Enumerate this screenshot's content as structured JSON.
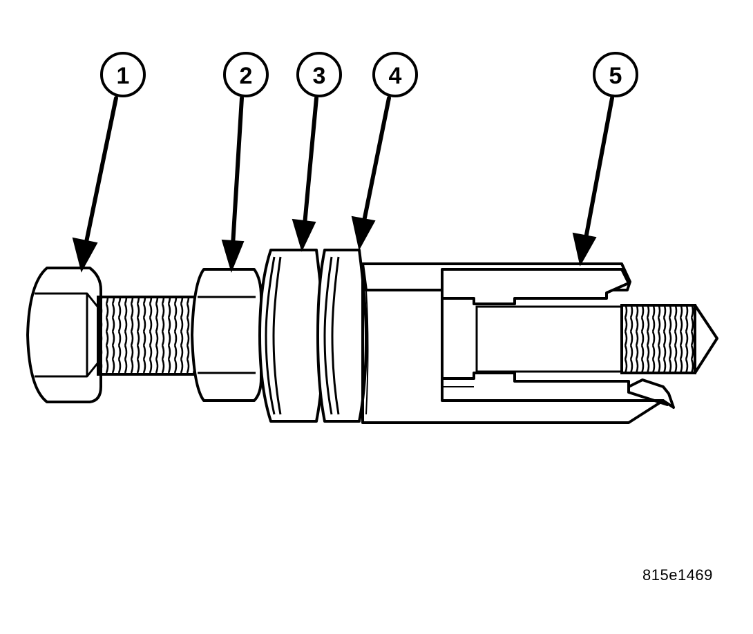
{
  "callouts": [
    {
      "id": "1"
    },
    {
      "id": "2"
    },
    {
      "id": "3"
    },
    {
      "id": "4"
    },
    {
      "id": "5"
    }
  ],
  "figure_id": "815e1469",
  "colors": {
    "line": "#000000",
    "background": "#ffffff"
  }
}
